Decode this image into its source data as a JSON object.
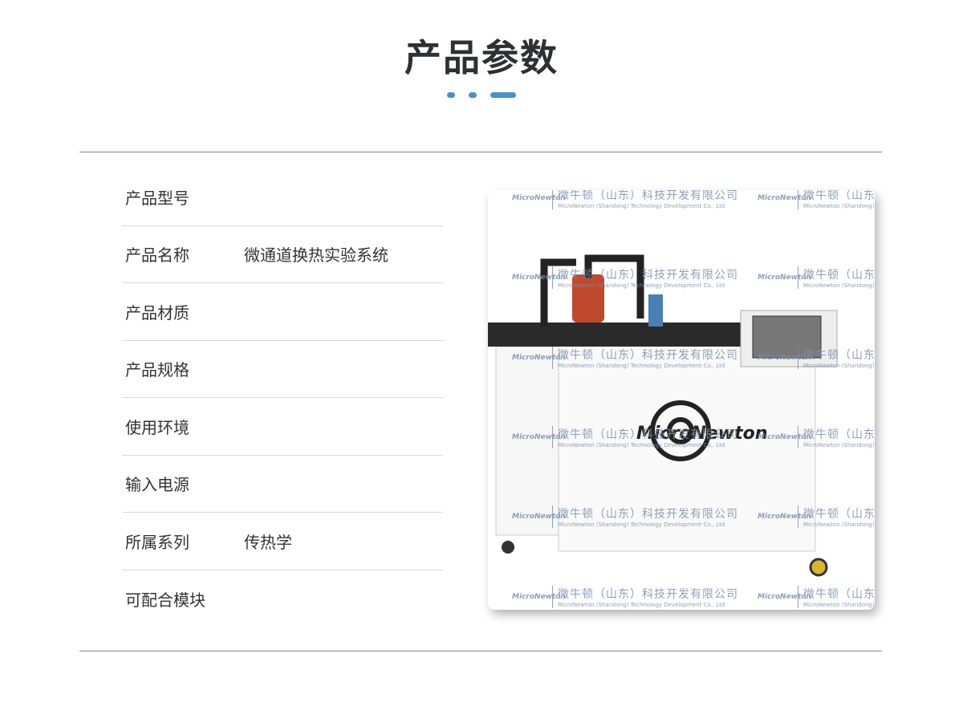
{
  "page": {
    "title": "产品参数"
  },
  "params": [
    {
      "label": "产品型号",
      "value": ""
    },
    {
      "label": "产品名称",
      "value": "微通道换热实验系统"
    },
    {
      "label": "产品材质",
      "value": ""
    },
    {
      "label": "产品规格",
      "value": ""
    },
    {
      "label": "使用环境",
      "value": ""
    },
    {
      "label": "输入电源",
      "value": ""
    },
    {
      "label": "所属系列",
      "value": "传热学"
    },
    {
      "label": "可配合模块",
      "value": ""
    }
  ],
  "photo": {
    "brand": "MicroNewton",
    "watermark_cn": "微牛顿（山东）科技开发有限公司",
    "watermark_en": "MicroNewton (Shandong) Technology Development Co., Ltd",
    "accent": "#4a8fc9"
  }
}
